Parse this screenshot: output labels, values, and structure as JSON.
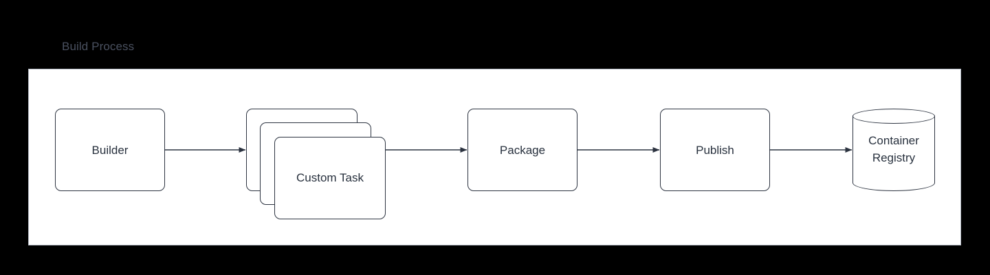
{
  "diagram": {
    "title": "Build Process",
    "background_color": "#000000",
    "container_background": "#ffffff",
    "title_color": "#4a5160",
    "node_border_color": "#2c3340",
    "node_text_color": "#27303d",
    "edge_color": "#2c3340",
    "nodes": [
      {
        "id": "builder",
        "label": "Builder",
        "shape": "rounded-rect"
      },
      {
        "id": "custom-task-back",
        "label": "Custom Task",
        "shape": "rounded-rect"
      },
      {
        "id": "custom-task-mid",
        "label": "Custom Task",
        "shape": "rounded-rect"
      },
      {
        "id": "custom-task-front",
        "label": "Custom Task",
        "shape": "rounded-rect"
      },
      {
        "id": "package",
        "label": "Package",
        "shape": "rounded-rect"
      },
      {
        "id": "publish",
        "label": "Publish",
        "shape": "rounded-rect"
      },
      {
        "id": "container-registry",
        "label_line1": "Container",
        "label_line2": "Registry",
        "shape": "cylinder"
      }
    ],
    "edges": [
      {
        "from": "builder",
        "to": "custom-task-stack",
        "style": "solid-arrow"
      },
      {
        "from": "custom-task-stack",
        "to": "package",
        "style": "solid-arrow"
      },
      {
        "from": "package",
        "to": "publish",
        "style": "solid-arrow"
      },
      {
        "from": "publish",
        "to": "container-registry",
        "style": "solid-arrow"
      }
    ]
  }
}
